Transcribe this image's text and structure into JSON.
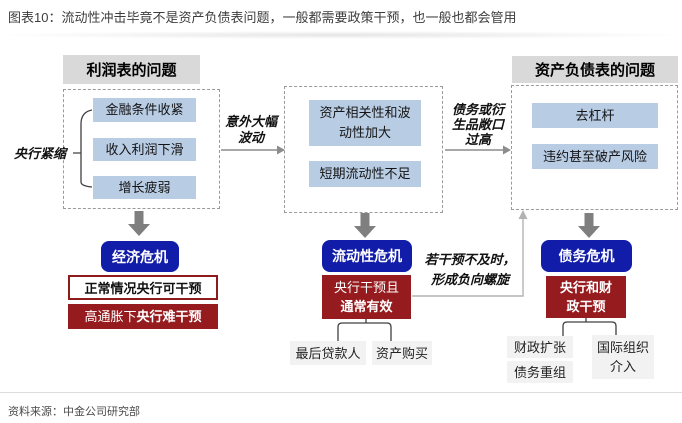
{
  "title": "图表10：流动性冲击毕竟不是资产负债表问题，一般都需要政策干预，也一般也都会管用",
  "source": "资料来源：中金公司研究部",
  "colors": {
    "light_blue_box": "#b8cce4",
    "header_gray": "#d9d9d9",
    "crisis_dark_blue": "#111ca8",
    "intervention_dark_red": "#961b1e",
    "tool_box_gray": "#f2f2f2",
    "block_arrow_gray": "#7f7f7f",
    "dashed_border_gray": "#9a9a9a"
  },
  "profit": {
    "header": "利润表的问题",
    "side_label": "央行紧缩",
    "item1": "金融条件收紧",
    "item2": "收入利润下滑",
    "item3": "增长疲弱",
    "crisis": "经济危机",
    "note_normal": "正常情况央行可干预",
    "note_inflation_prefix": "高通胀下",
    "note_inflation_bold": "央行难干预"
  },
  "mid": {
    "arrow_l1": "意外大幅",
    "arrow_l2": "波动",
    "box1_l1": "资产相关性和波",
    "box1_l2": "动性加大",
    "box2": "短期流动性不足",
    "crisis": "流动性危机",
    "action_l1": "央行干预且",
    "action_l2": "通常有效",
    "tool1": "最后贷款人",
    "tool2": "资产购买",
    "spiral_l1": "若干预不及时，",
    "spiral_l2": "形成负向螺旋"
  },
  "right": {
    "header": "资产负债表的问题",
    "arrow_l1": "债务或衍",
    "arrow_l2": "生品敞口",
    "arrow_l3": "过高",
    "box1": "去杠杆",
    "box2": "违约甚至破产风险",
    "crisis": "债务危机",
    "action_l1": "央行和财",
    "action_l2": "政干预",
    "tool1": "财政扩张",
    "tool2": "债务重组",
    "tool3_l1": "国际组织",
    "tool3_l2": "介入"
  }
}
